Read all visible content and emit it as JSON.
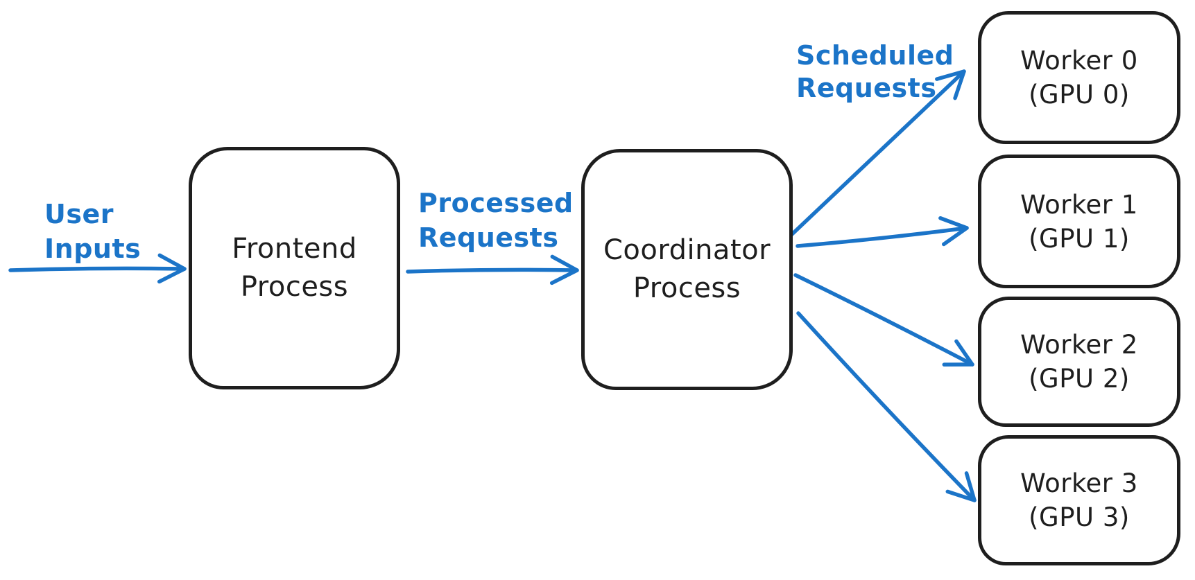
{
  "diagram": {
    "nodes": {
      "frontend": {
        "line1": "Frontend",
        "line2": "Process"
      },
      "coordinator": {
        "line1": "Coordinator",
        "line2": "Process"
      },
      "workers": [
        {
          "line1": "Worker 0",
          "line2": "(GPU 0)"
        },
        {
          "line1": "Worker 1",
          "line2": "(GPU 1)"
        },
        {
          "line1": "Worker 2",
          "line2": "(GPU 2)"
        },
        {
          "line1": "Worker 3",
          "line2": "(GPU 3)"
        }
      ]
    },
    "edge_labels": {
      "user_inputs": {
        "line1": "User",
        "line2": "Inputs"
      },
      "processed_requests": {
        "line1": "Processed",
        "line2": "Requests"
      },
      "scheduled_requests": {
        "line1": "Scheduled",
        "line2": "Requests"
      }
    },
    "colors": {
      "accent_blue": "#1b74c8",
      "stroke_black": "#1e1e1e",
      "background": "#ffffff"
    }
  }
}
